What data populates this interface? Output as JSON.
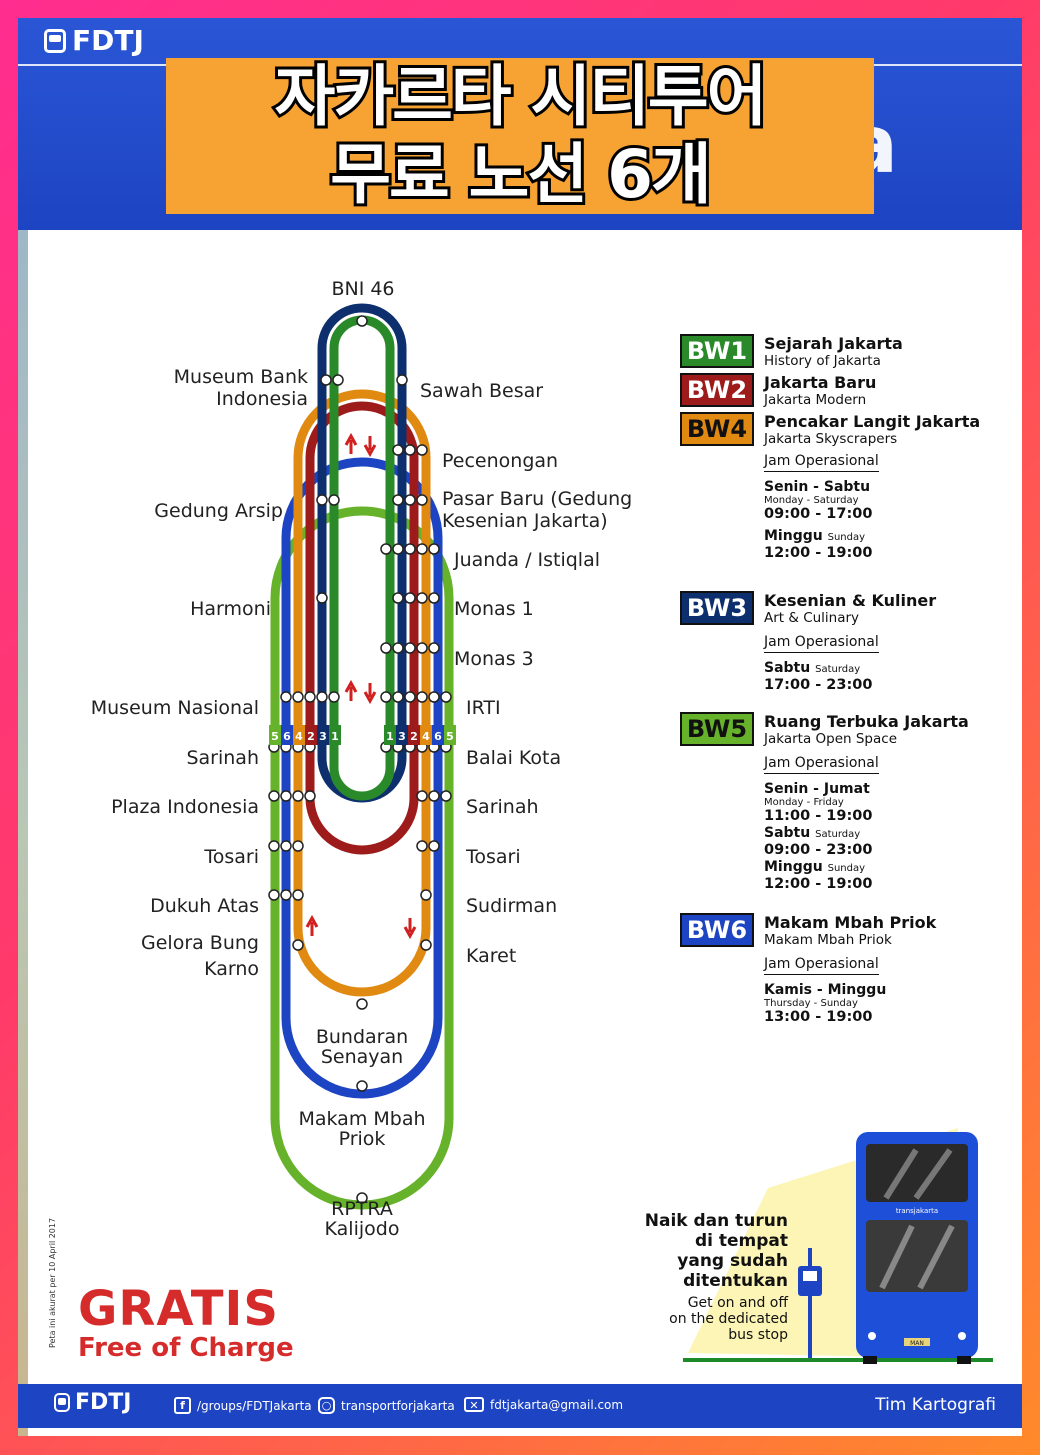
{
  "brand": "FDTJ",
  "banner": {
    "line1": "자카르타 시티투어",
    "line2": "무료 노선 6개"
  },
  "stations": {
    "bni46": "BNI 46",
    "museum_bank_1": "Museum Bank",
    "museum_bank_2": "Indonesia",
    "sawah_besar": "Sawah Besar",
    "pecenongan": "Pecenongan",
    "pasar_baru_1": "Pasar Baru (Gedung",
    "pasar_baru_2": "Kesenian Jakarta)",
    "gedung_arsip": "Gedung Arsip",
    "juanda": "Juanda / Istiqlal",
    "harmoni": "Harmoni",
    "monas1": "Monas 1",
    "monas3": "Monas 3",
    "museum_nasional": "Museum Nasional",
    "irti": "IRTI",
    "sarinah_l": "Sarinah",
    "balai_kota": "Balai Kota",
    "plaza_indonesia": "Plaza Indonesia",
    "sarinah_r": "Sarinah",
    "tosari_l": "Tosari",
    "tosari_r": "Tosari",
    "dukuh_atas": "Dukuh Atas",
    "sudirman": "Sudirman",
    "gelora_1": "Gelora Bung",
    "gelora_2": "Karno",
    "karet": "Karet",
    "bundaran_1": "Bundaran",
    "bundaran_2": "Senayan",
    "makam_1": "Makam Mbah",
    "makam_2": "Priok",
    "rptra_1": "RPTRA",
    "rptra_2": "Kalijodo"
  },
  "left_route_numbers": [
    "5",
    "6",
    "4",
    "2",
    "3",
    "1"
  ],
  "right_route_numbers": [
    "1",
    "3",
    "2",
    "4",
    "6",
    "5"
  ],
  "colors": {
    "bw1": "#2a8a2a",
    "bw2": "#9e1b1b",
    "bw3": "#0d2f6e",
    "bw4": "#e08a12",
    "bw5": "#66b22a",
    "bw6": "#1d44c2",
    "arrow": "#d02020"
  },
  "legend": {
    "bw1": {
      "code": "BW1",
      "title": "Sejarah Jakarta",
      "sub": "History of Jakarta"
    },
    "bw2": {
      "code": "BW2",
      "title": "Jakarta Baru",
      "sub": "Jakarta Modern"
    },
    "bw4": {
      "code": "BW4",
      "title": "Pencakar Langit Jakarta",
      "sub": "Jakarta Skyscrapers"
    },
    "bw3": {
      "code": "BW3",
      "title": "Kesenian & Kuliner",
      "sub": "Art & Culinary"
    },
    "bw5": {
      "code": "BW5",
      "title": "Ruang Terbuka Jakarta",
      "sub": "Jakarta Open Space"
    },
    "bw6": {
      "code": "BW6",
      "title": "Makam Mbah Priok",
      "sub": "Makam Mbah Priok"
    }
  },
  "hours": {
    "jam_label": "Jam Operasional",
    "g1": {
      "d1": "Senin - Sabtu",
      "d1s": "Monday - Saturday",
      "t1": "09:00 - 17:00",
      "d2": "Minggu",
      "d2s": "Sunday",
      "t2": "12:00 - 19:00"
    },
    "g3": {
      "d1": "Sabtu",
      "d1s": "Saturday",
      "t1": "17:00 - 23:00"
    },
    "g5": {
      "d1": "Senin - Jumat",
      "d1s": "Monday - Friday",
      "t1": "11:00 - 19:00",
      "d2": "Sabtu",
      "d2s": "Saturday",
      "t2": "09:00 - 23:00",
      "d3": "Minggu",
      "d3s": "Sunday",
      "t3": "12:00 - 19:00"
    },
    "g6": {
      "d1": "Kamis - Minggu",
      "d1s": "Thursday - Sunday",
      "t1": "13:00 - 19:00"
    }
  },
  "gratis": {
    "big": "GRATIS",
    "small": "Free of Charge"
  },
  "side_note": "Peta ini akurat per 10 April 2017",
  "getoff": {
    "l1": "Naik dan turun",
    "l2": "di tempat",
    "l3": "yang sudah",
    "l4": "ditentukan",
    "e1": "Get on and off",
    "e2": "on the dedicated",
    "e3": "bus stop"
  },
  "bus_logo": "transjakarta",
  "bus_plate": "MAN",
  "footer": {
    "brand": "FDTJ",
    "facebook": "/groups/FDTJakarta",
    "instagram": "transportforjakarta",
    "email": "fdtjakarta@gmail.com",
    "team": "Tim Kartografi"
  }
}
